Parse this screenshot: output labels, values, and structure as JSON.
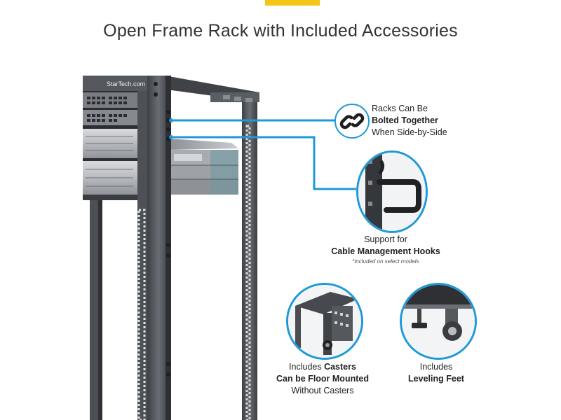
{
  "header": {
    "title": "Open Frame Rack with Included Accessories",
    "accent_color": "#f5c518"
  },
  "brand": {
    "logo_text": "StarTech.com"
  },
  "callouts": {
    "bolted": {
      "line1": "Racks Can Be",
      "line2": "Bolted Together",
      "line3": "When Side-by-Side",
      "icon": "chain-link-icon"
    },
    "cable_hooks": {
      "line1": "Support for",
      "line2": "Cable Management Hooks",
      "note": "*included on select models"
    },
    "casters": {
      "line1_pre": "Includes ",
      "line1_bold": "Casters",
      "line2": "Can be Floor Mounted",
      "line3": "Without Casters"
    },
    "leveling": {
      "line1": "Includes",
      "line2": "Leveling Feet"
    }
  },
  "colors": {
    "callout_blue": "#1e9ad6",
    "rack_dark": "#4a4d52",
    "rack_mid": "#6b6f75"
  }
}
